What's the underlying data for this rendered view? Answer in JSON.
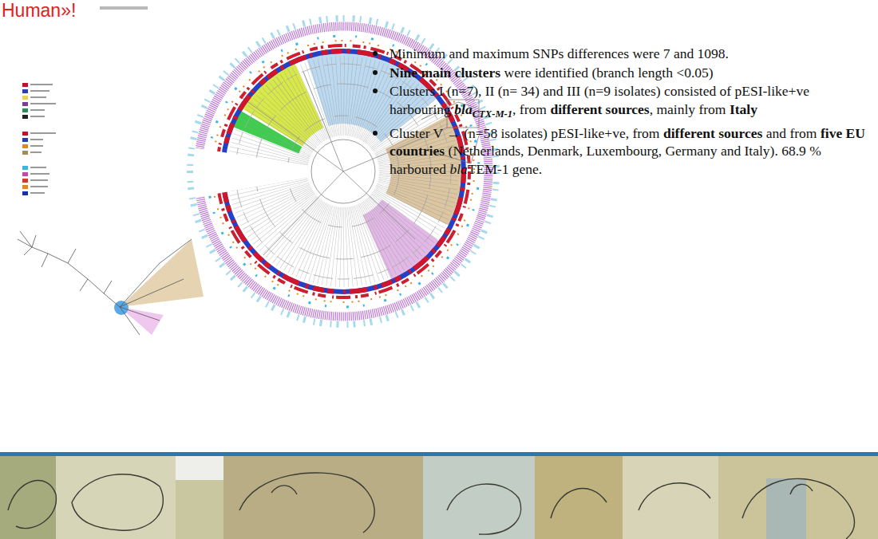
{
  "diagram": {
    "labels": [
      "Human»!",
      "Minimum and maximum SNPs differences were 7 and 1098.",
      "Nine main clusters",
      "were identified (branch length <0.05)",
      "Clusters I (n=7), II (n= 34) and III (n=9 isolates) consisted of pESI-like+ve harbouring",
      "bla",
      "CTX-M-1",
      ", from",
      "different sources",
      ", mainly from",
      "Italy",
      "Cluster V → (n=58 isolates) pESI-like+ve, from",
      "different sources",
      "and from",
      "five EU countries",
      "(Netherlands, Denmark, Luxembourg, Germany and Italy). 68.9 % harboured",
      "bla",
      "TEM-1 gene."
    ]
  }
}
